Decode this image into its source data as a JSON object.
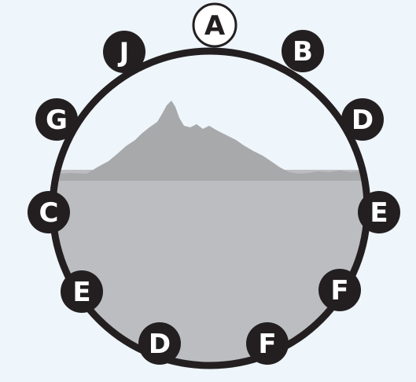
{
  "colors": {
    "background": "#eef5fb",
    "ring": "#231f20",
    "node_fill_dark": "#231f20",
    "node_text_light": "#ffffff",
    "node_fill_light": "#ffffff",
    "node_text_dark": "#231f20",
    "mountain": "#a8a9ab",
    "water": "#bcbdc0"
  },
  "nodes": [
    {
      "id": "A",
      "label": "A",
      "style": "light"
    },
    {
      "id": "B",
      "label": "B",
      "style": "dark"
    },
    {
      "id": "D1",
      "label": "D",
      "style": "dark"
    },
    {
      "id": "E1",
      "label": "E",
      "style": "dark"
    },
    {
      "id": "F1",
      "label": "F",
      "style": "dark"
    },
    {
      "id": "F2",
      "label": "F",
      "style": "dark"
    },
    {
      "id": "D2",
      "label": "D",
      "style": "dark"
    },
    {
      "id": "E2",
      "label": "E",
      "style": "dark"
    },
    {
      "id": "C",
      "label": "C",
      "style": "dark"
    },
    {
      "id": "G",
      "label": "G",
      "style": "dark"
    },
    {
      "id": "J",
      "label": "J",
      "style": "dark"
    }
  ]
}
